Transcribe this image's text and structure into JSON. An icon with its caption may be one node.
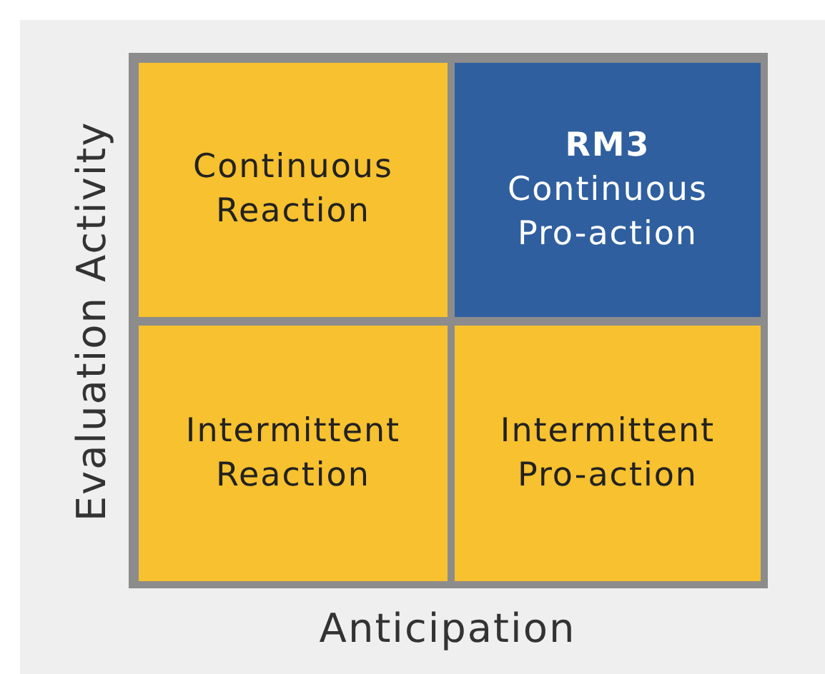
{
  "diagram": {
    "nodes": [
      {
        "text": [
          "Continuous Reaction"
        ]
      },
      {
        "text": [
          "RM3",
          "Continuous Pro-action"
        ]
      },
      {
        "text": [
          "Intermittent Reaction"
        ]
      },
      {
        "text": [
          "Intermittent Pro-action"
        ]
      }
    ],
    "labels": [
      "Evaluation Activity",
      "Anticipation"
    ]
  }
}
